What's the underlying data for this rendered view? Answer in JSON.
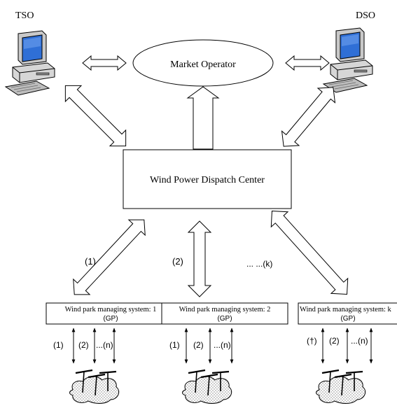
{
  "nodes": {
    "tso": "TSO",
    "dso": "DSO",
    "market_operator": "Market Operator",
    "dispatch_center": "Wind Power Dispatch Center"
  },
  "links": {
    "link_1": "(1)",
    "link_2": "(2)",
    "link_k": "... ...(k)"
  },
  "parks": [
    {
      "title": "Wind park managing system: 1",
      "sub": "(GP)",
      "t1": "(1)",
      "t2": "(2)",
      "t3": "...(n)"
    },
    {
      "title": "Wind park managing system: 2",
      "sub": "(GP)",
      "t1": "(1)",
      "t2": "(2)",
      "t3": "...(n)"
    },
    {
      "title": "Wind park managing system: k",
      "sub": "(GP)",
      "t1": "(†)",
      "t2": "(2)",
      "t3": "...(n)"
    }
  ]
}
